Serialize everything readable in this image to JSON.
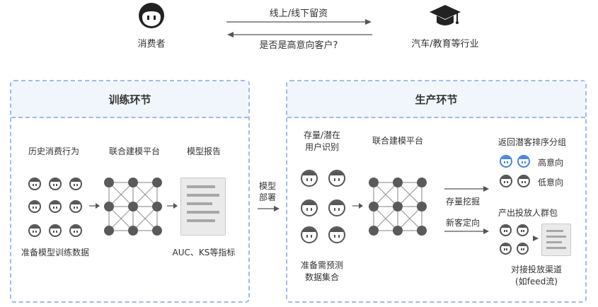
{
  "top": {
    "consumer_label": "消费者",
    "industry_label": "汽车/教育等行业",
    "arrow_right_label": "线上/线下留资",
    "arrow_left_label": "是否是高意向客户?"
  },
  "training": {
    "title": "训练环节",
    "history_label": "历史消费行为",
    "platform_label": "联合建模平台",
    "report_label": "模型报告",
    "data_label": "准备模型训练数据",
    "metrics_label": "AUC、KS等指标"
  },
  "deploy_label": [
    "模型",
    "部署"
  ],
  "production": {
    "title": "生产环节",
    "identify_label": [
      "存量/潜在",
      "用户识别"
    ],
    "platform_label": "联合建模平台",
    "predict_label": [
      "准备需预测",
      "数据集合"
    ],
    "mining_label": "存量挖掘",
    "targeting_label": "新客定向",
    "return_label": "返回潜客排序分组",
    "high_label": "高意向",
    "low_label": "低意向",
    "package_label": "产出投放人群包",
    "channel_label": [
      "对接投放渠道",
      "(如feed流)"
    ]
  },
  "colors": {
    "panel_border": "#9fbce6",
    "panel_header_bg": "#f1f6fc",
    "icon_dark": "#555555",
    "node": "#5a5a5a",
    "high_intent": "#4a84e8"
  },
  "icons": [
    "user-face-icon",
    "graduation-cap-icon",
    "node-grid-icon",
    "report-document-icon",
    "arrow-icon"
  ]
}
